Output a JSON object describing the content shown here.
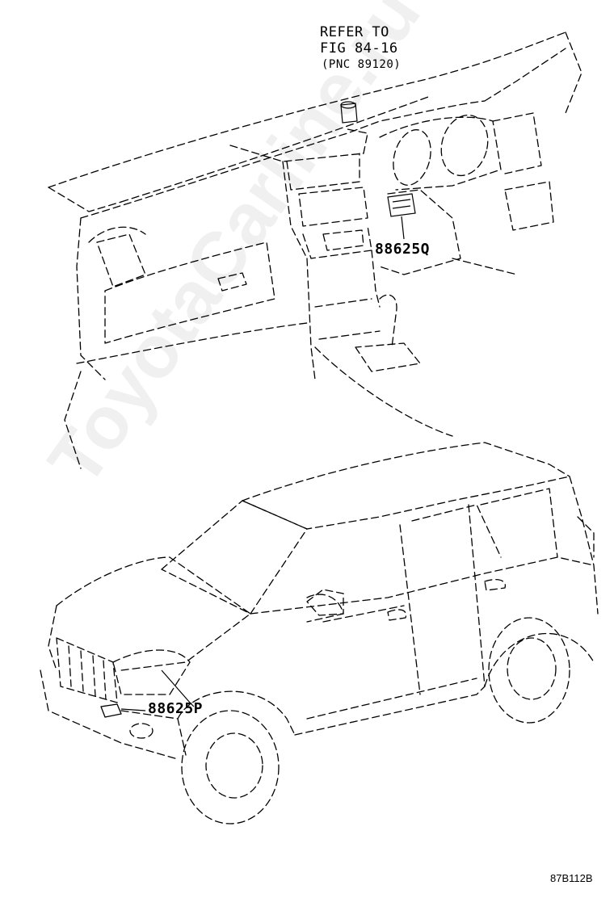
{
  "reference": {
    "line1": "REFER TO",
    "line2": "FIG 84-16",
    "line3": "(PNC 89120)"
  },
  "parts": {
    "upper": "88625Q",
    "lower": "88625P"
  },
  "diagram_code": "87B112B",
  "watermark": "ToyotaCarline.ru"
}
